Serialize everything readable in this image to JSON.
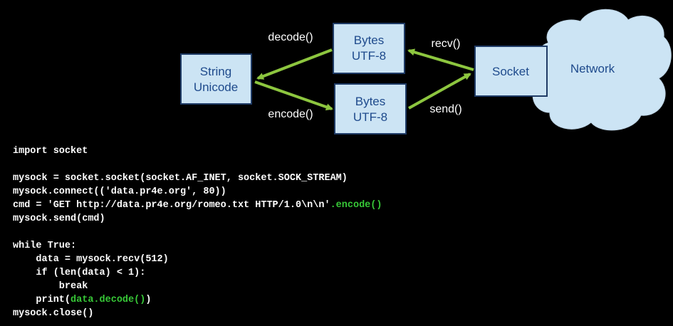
{
  "diagram": {
    "string_box": {
      "line1": "String",
      "line2": "Unicode"
    },
    "bytes_top": {
      "line1": "Bytes",
      "line2": "UTF-8"
    },
    "bytes_bottom": {
      "line1": "Bytes",
      "line2": "UTF-8"
    },
    "socket_box": "Socket",
    "network_cloud": "Network",
    "labels": {
      "decode": "decode()",
      "encode": "encode()",
      "recv": "recv()",
      "send": "send()"
    },
    "colors": {
      "box_fill": "#cce4f4",
      "box_text": "#1e4a8c",
      "arrow": "#8dc63f",
      "background": "#000000"
    }
  },
  "code": {
    "line1": "import socket",
    "line2": "",
    "line3": "mysock = socket.socket(socket.AF_INET, socket.SOCK_STREAM)",
    "line4": "mysock.connect(('data.pr4e.org', 80))",
    "line5_prefix": "cmd = 'GET http://data.pr4e.org/romeo.txt HTTP/1.0\\n\\n'",
    "line5_highlight": ".encode()",
    "line6": "mysock.send(cmd)",
    "line7": "",
    "line8": "while True:",
    "line9": "    data = mysock.recv(512)",
    "line10": "    if (len(data) < 1):",
    "line11": "        break",
    "line12_prefix": "    print(",
    "line12_highlight": "data.decode()",
    "line12_suffix": ")",
    "line13": "mysock.close()",
    "highlight_color": "#37c837"
  }
}
